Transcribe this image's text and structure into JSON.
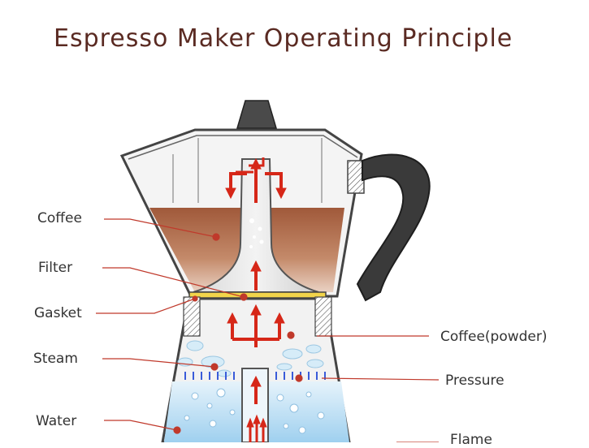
{
  "title": "Espresso Maker Operating Principle",
  "labels": {
    "coffee": "Coffee",
    "filter": "Filter",
    "gasket": "Gasket",
    "steam": "Steam",
    "water": "Water",
    "coffee_powder": "Coffee(powder)",
    "pressure": "Pressure",
    "flame": "Flame"
  },
  "colors": {
    "title": "#5a2a22",
    "leader": "#c0392b",
    "arrow": "#d62718",
    "coffee": "#8a4a2a",
    "water": "#bfe0f5",
    "steam_arrow": "#3a5bd9",
    "handle": "#3a3a3a"
  }
}
